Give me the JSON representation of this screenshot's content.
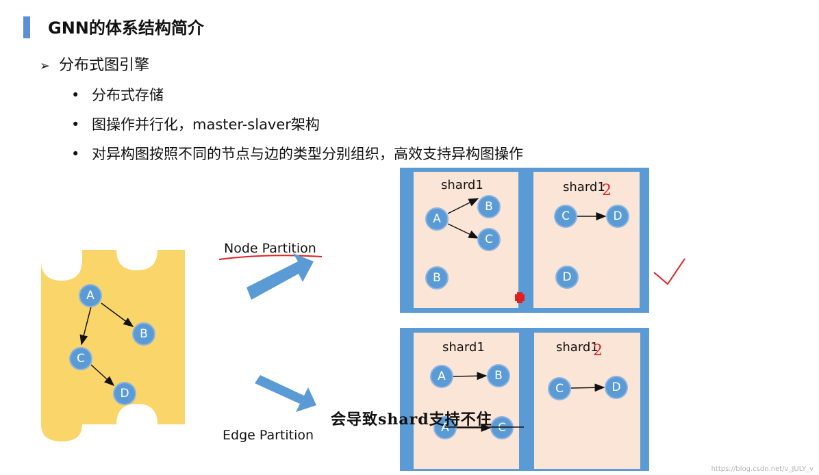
{
  "slide": {
    "title": "GNN的体系结构简介",
    "level1_bullet": "分布式图引擎",
    "level2_bullets": [
      "分布式存储",
      "图操作并行化，master-slaver架构",
      "对异构图按照不同的节点与边的类型分别组织，高效支持异构图操作"
    ]
  },
  "diagram": {
    "source_nodes": [
      "A",
      "B",
      "C",
      "D"
    ],
    "node_partition_label": "Node Partition",
    "edge_partition_label": "Edge Partition",
    "node_partition": {
      "left_shard": {
        "title": "shard1",
        "nodes": [
          "A",
          "B",
          "C",
          "B"
        ]
      },
      "right_shard": {
        "title": "shard1",
        "annotation": "2",
        "nodes": [
          "C",
          "D",
          "D"
        ]
      }
    },
    "edge_partition": {
      "left_shard": {
        "title": "shard1",
        "nodes": [
          "A",
          "B",
          "A",
          "C"
        ]
      },
      "right_shard": {
        "title": "shard1",
        "annotation": "2",
        "nodes": [
          "C",
          "D"
        ]
      }
    },
    "handwritten_note": "会导致shard支持不住",
    "checkmark": "✓"
  },
  "watermark": "https://blog.csdn.net/v_JULY_v",
  "colors": {
    "accent": "#5b8fd6",
    "node_fill": "#5b9bd5",
    "shard_frame": "#5b9bd5",
    "shard_bg": "#fbe5d6",
    "graph_storage": "#f9d56a",
    "annotation_red": "#e02020"
  }
}
